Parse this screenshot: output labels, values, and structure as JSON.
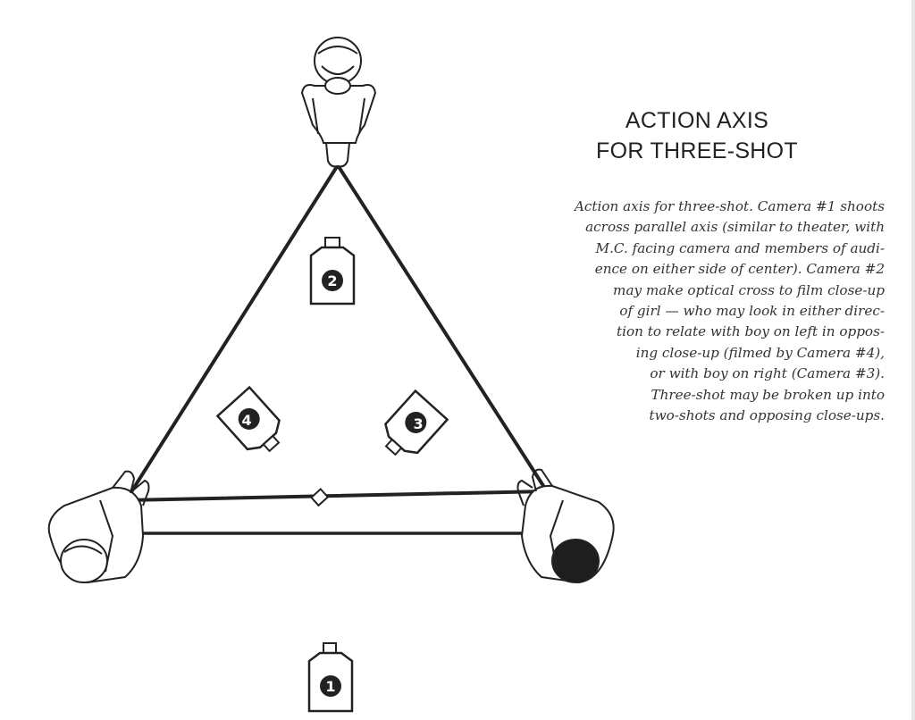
{
  "title": {
    "line1": "ACTION AXIS",
    "line2": "FOR THREE-SHOT"
  },
  "caption": {
    "lines": [
      "Action axis for three-shot. Camera #1 shoots",
      "across parallel axis (similar to theater, with",
      "M.C. facing camera and members of audi-",
      "ence on either side of center). Camera #2",
      "may make optical cross to film close-up",
      "of girl — who may look in either direc-",
      "tion to relate with boy on left in oppos-",
      "ing close-up (filmed by Camera #4),",
      "or with boy on right (Camera #3).",
      "Three-shot may be broken up into",
      "two-shots and opposing close-ups."
    ]
  },
  "cameras": {
    "c1": "1",
    "c2": "2",
    "c3": "3",
    "c4": "4"
  },
  "colors": {
    "ink": "#222222",
    "hair_dark": "#1e1e1e",
    "background": "#ffffff"
  }
}
